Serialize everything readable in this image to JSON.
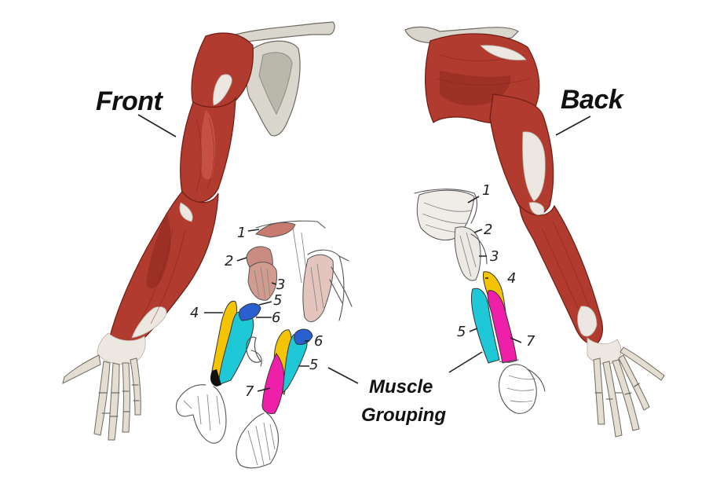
{
  "labels": {
    "front": "Front",
    "back": "Back",
    "grouping_line1": "Muscle",
    "grouping_line2": "Grouping"
  },
  "front_numbers": [
    "1",
    "2",
    "3",
    "4",
    "5",
    "6",
    "7",
    "6",
    "5"
  ],
  "back_numbers": [
    "1",
    "2",
    "3",
    "4",
    "5",
    "7"
  ],
  "colors": {
    "muscle": "#b13b2e",
    "yellow": "#f5c400",
    "cyan": "#1fc8d6",
    "blue": "#2a5fd0",
    "magenta": "#ee1fa8"
  }
}
